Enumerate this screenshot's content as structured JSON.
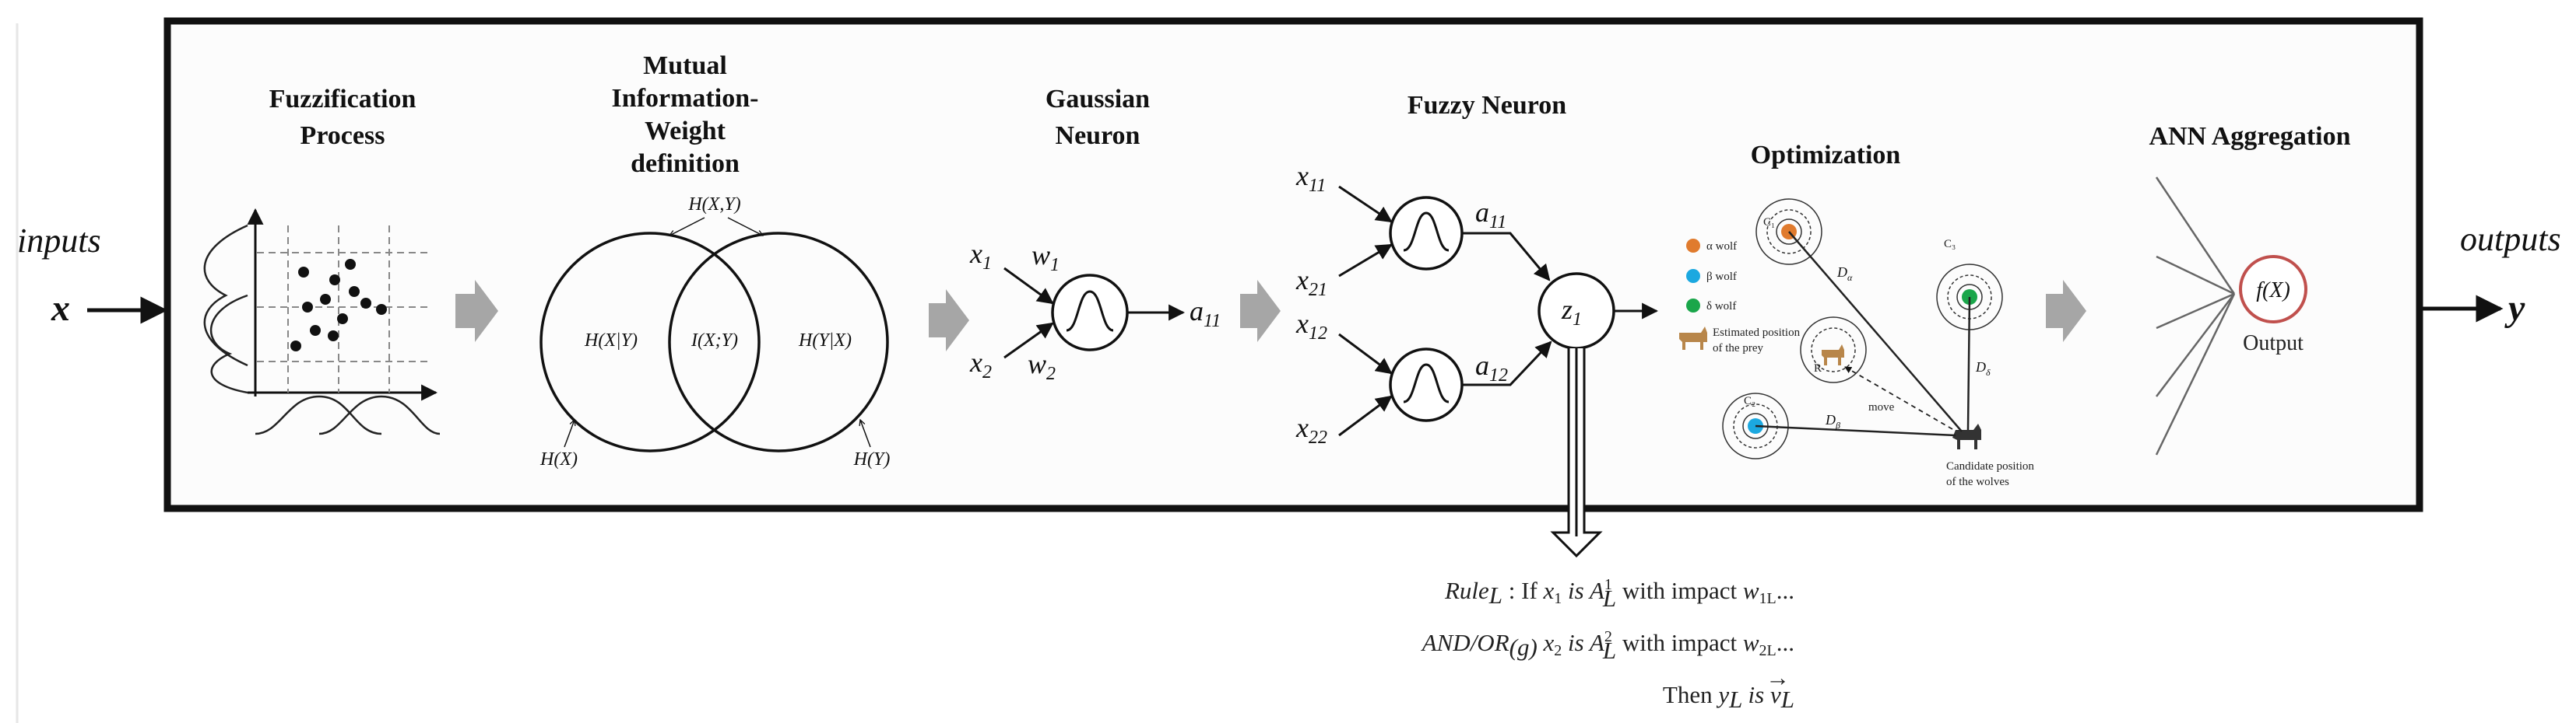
{
  "io": {
    "inputs_label": "inputs",
    "x_var": "x",
    "outputs_label": "outputs",
    "y_var": "y"
  },
  "stages": {
    "fuzzification": {
      "line1": "Fuzzification",
      "line2": "Process"
    },
    "mutual_info": {
      "line1": "Mutual",
      "line2": "Information-",
      "line3": "Weight",
      "line4": "definition",
      "h_xy": "H(X,Y)",
      "h_x_given_y": "H(X|Y)",
      "i_xy": "I(X;Y)",
      "h_y_given_x": "H(Y|X)",
      "h_x": "H(X)",
      "h_y": "H(Y)"
    },
    "gaussian": {
      "line1": "Gaussian",
      "line2": "Neuron",
      "x1": "x",
      "x1_sub": "1",
      "w1": "w",
      "w1_sub": "1",
      "x2": "x",
      "x2_sub": "2",
      "w2": "w",
      "w2_sub": "2",
      "a": "a",
      "a_sub": "11"
    },
    "fuzzy": {
      "title": "Fuzzy Neuron",
      "x11": "x",
      "x11_sub": "11",
      "x21": "x",
      "x21_sub": "21",
      "x12": "x",
      "x12_sub": "12",
      "x22": "x",
      "x22_sub": "22",
      "a11": "a",
      "a11_sub": "11",
      "a12": "a",
      "a12_sub": "12",
      "z": "z",
      "z_sub": "1"
    },
    "optimization": {
      "title": "Optimization",
      "legend_alpha": "α wolf",
      "legend_beta": "β wolf",
      "legend_delta": "δ wolf",
      "legend_prey_1": "Estimated position",
      "legend_prey_2": "of the prey",
      "move": "move",
      "candidate_1": "Candidate position",
      "candidate_2": "of the wolves",
      "d_alpha": "D",
      "d_alpha_sub": "α",
      "d_beta": "D",
      "d_beta_sub": "β",
      "d_delta": "D",
      "d_delta_sub": "δ",
      "c3": "C₃",
      "c1": "C₁",
      "c2": "C₂",
      "r": "R",
      "alpha_color": "#e07b2e",
      "beta_color": "#1ba8e0",
      "delta_color": "#1aa64a"
    },
    "ann": {
      "title": "ANN Aggregation",
      "fx": "f(X)",
      "output": "Output",
      "circle_color": "#c0504d"
    }
  },
  "rule": {
    "line1_name": "Rule",
    "line1_sub": "L",
    "line1_colon": " :  If ",
    "line1_x": "x",
    "line1_xsub": "1",
    "line1_is": " is ",
    "line1_A": "A",
    "line1_Asup": "1",
    "line1_Asub": "L",
    "line1_with": " with impact ",
    "line1_w": "w",
    "line1_wsub": "1L",
    "line1_dots": "...",
    "line2_andor": "AND/OR",
    "line2_g": "(g)",
    "line2_x": " x",
    "line2_xsub": "2",
    "line2_is": " is ",
    "line2_A": "A",
    "line2_Asup": "2",
    "line2_Asub": "L",
    "line2_with": " with impact ",
    "line2_w": "w",
    "line2_wsub": "2L",
    "line2_dots": "...",
    "line3_then": "Then ",
    "line3_y": "y",
    "line3_ysub": "L",
    "line3_is": " is ",
    "line3_v": "v",
    "line3_vsub": "L",
    "line3_arrow": "→"
  }
}
